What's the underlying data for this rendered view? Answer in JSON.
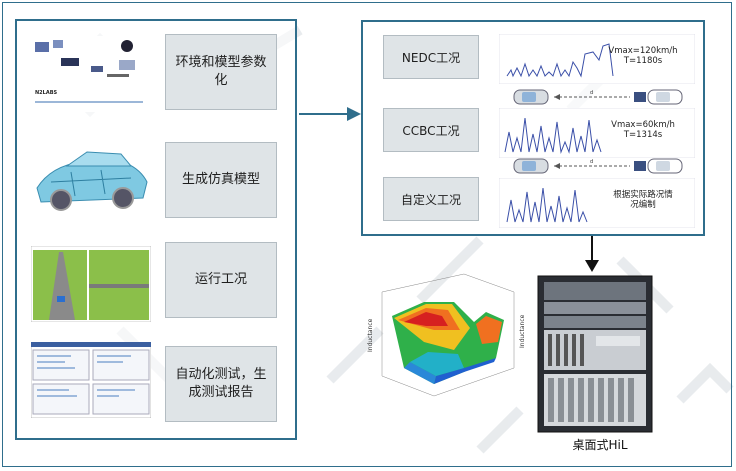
{
  "steps": [
    {
      "label": "环境和模型参数化",
      "image": "parameterization-screenshot"
    },
    {
      "label": "生成仿真模型",
      "image": "vehicle-3d-model"
    },
    {
      "label": "运行工况",
      "image": "driving-simulation-view"
    },
    {
      "label": "自动化测试，生成测试报告",
      "image": "test-report-screenshot"
    }
  ],
  "logo_text": "N2LABS",
  "conditions": [
    {
      "label": "NEDC工况",
      "note_line1": "Vmax=120km/h",
      "note_line2": "T=1180s"
    },
    {
      "label": "CCBC工况",
      "note_line1": "Vmax=60km/h",
      "note_line2": "T=1314s"
    },
    {
      "label": "自定义工况",
      "note_line1": "根据实际路况情",
      "note_line2": "况编制"
    }
  ],
  "surface_axes": {
    "z": "Inductance",
    "y": "Inductance"
  },
  "hil_label": "桌面式HiL",
  "colors": {
    "frame": "#2f6e8c",
    "box_fill": "#dfe4e7",
    "arrow": "#2f6e8c"
  }
}
